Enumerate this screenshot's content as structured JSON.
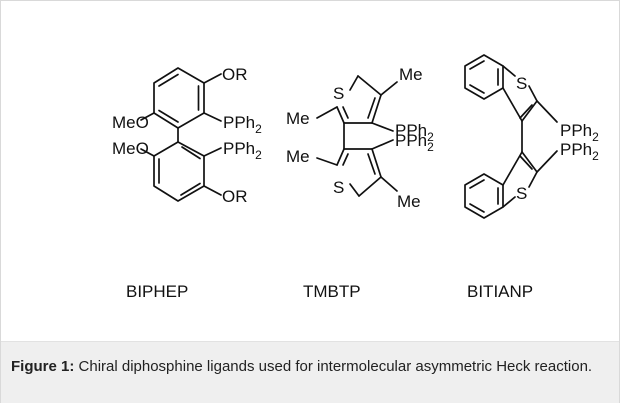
{
  "caption": {
    "lead": "Figure 1:",
    "text": "Chiral diphosphine ligands used for intermolecular asymmetric Heck reaction."
  },
  "structures": [
    {
      "name": "BIPHEP",
      "labels": {
        "or_top": "OR",
        "meo_top": "MeO",
        "pph_top": "PPh",
        "meo_bottom": "MeO",
        "pph_bottom": "PPh",
        "or_bottom": "OR"
      },
      "subscript": "2"
    },
    {
      "name": "TMBTP",
      "labels": {
        "me_top_right": "Me",
        "s_top": "S",
        "me_top_left": "Me",
        "pph_top": "PPh",
        "me_bottom_left": "Me",
        "pph_bottom": "PPh",
        "s_bottom": "S",
        "me_bottom_right": "Me"
      },
      "subscript": "2"
    },
    {
      "name": "BITIANP",
      "labels": {
        "s_top": "S",
        "pph_top": "PPh",
        "pph_bottom": "PPh",
        "s_bottom": "S"
      },
      "subscript": "2"
    }
  ]
}
